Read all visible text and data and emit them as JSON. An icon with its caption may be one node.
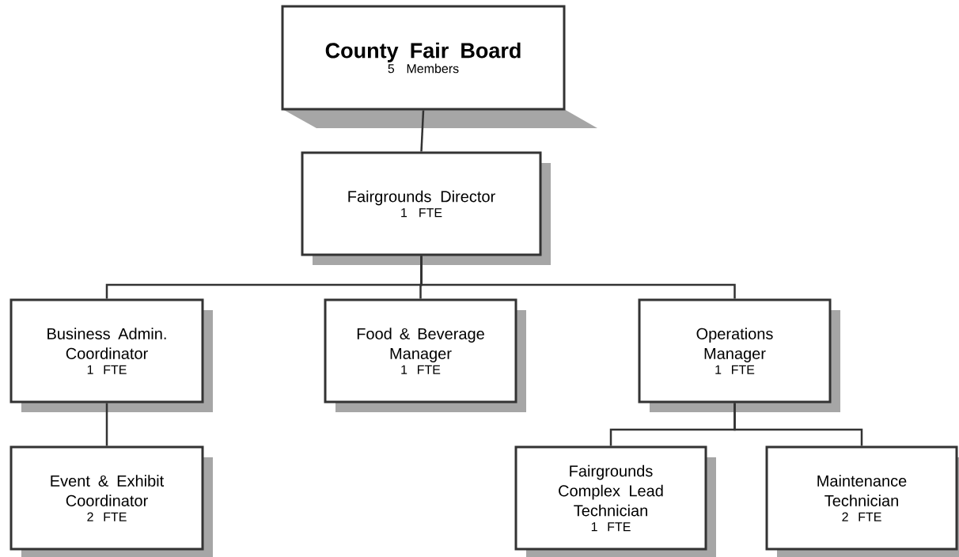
{
  "diagram": {
    "nodes": [
      {
        "text": [
          "County Fair Board",
          "5 Members"
        ]
      },
      {
        "text": [
          "Fairgrounds Director",
          "1 FTE"
        ]
      },
      {
        "text": [
          "Business Admin. Coordinator",
          "1 FTE"
        ]
      },
      {
        "text": [
          "Food & Beverage Manager",
          "1 FTE"
        ]
      },
      {
        "text": [
          "Operations Manager",
          "1 FTE"
        ]
      },
      {
        "text": [
          "Event & Exhibit Coordinator",
          "2 FTE"
        ]
      },
      {
        "text": [
          "Fairgrounds Complex Lead Technician",
          "1 FTE"
        ]
      },
      {
        "text": [
          "Maintenance Technician",
          "2 FTE"
        ]
      }
    ],
    "edges": [
      {
        "from": 0,
        "to": 1,
        "arrow": "none"
      },
      {
        "from": 1,
        "to": 2,
        "arrow": "none"
      },
      {
        "from": 1,
        "to": 3,
        "arrow": "none"
      },
      {
        "from": 1,
        "to": 4,
        "arrow": "none"
      },
      {
        "from": 2,
        "to": 5,
        "arrow": "none"
      },
      {
        "from": 4,
        "to": 6,
        "arrow": "none"
      },
      {
        "from": 4,
        "to": 7,
        "arrow": "none"
      }
    ]
  }
}
